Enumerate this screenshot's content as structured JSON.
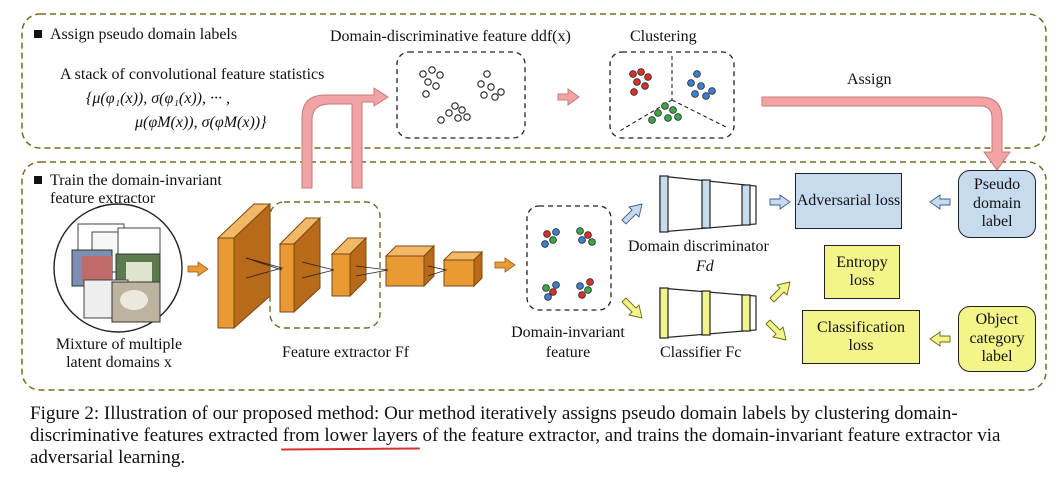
{
  "panel_top": {
    "heading": "Assign pseudo domain labels",
    "stats_title": "A stack of convolutional feature statistics",
    "stats_line1": "{μ(φ₁(x)), σ(φ₁(x)), ··· ,",
    "stats_line2": "μ(φM(x)), σ(φM(x))}",
    "ddf_label": "Domain-discriminative  feature ddf(x)",
    "clustering_label": "Clustering",
    "assign_label": "Assign"
  },
  "panel_bottom": {
    "heading_line1": "Train the domain-invariant",
    "heading_line2": "feature extractor",
    "input_line1": "Mixture of multiple",
    "input_line2": "latent domains x",
    "extractor_label": "Feature extractor Ff",
    "invariant_line1": "Domain-invariant",
    "invariant_line2": "feature",
    "discriminator_label": "Domain discriminator",
    "discriminator_symbol": "Fd",
    "classifier_label": "Classifier Fc"
  },
  "loss_boxes": {
    "adversarial": "Adversarial loss",
    "entropy": "Entropy loss",
    "classification": "Classification loss",
    "pseudo_label": "Pseudo domain label",
    "object_label": "Object category label"
  },
  "caption": {
    "part1": "Figure 2: Illustration of our proposed method: Our method iteratively assigns pseudo domain labels by clustering domain-discriminative features extracted ",
    "highlight": "from lower layers",
    "part2": " of the feature extractor, and trains the domain-invariant feature extractor via adversarial learning."
  },
  "colors": {
    "panel_border": "#7a6a22",
    "orange": "#e99a35",
    "orange_dark": "#b8691a",
    "blue_box": "#c7dbef",
    "yellow_box": "#f3f58a",
    "pink_arrow": "#f2a3a3",
    "underline": "#d8322e"
  }
}
